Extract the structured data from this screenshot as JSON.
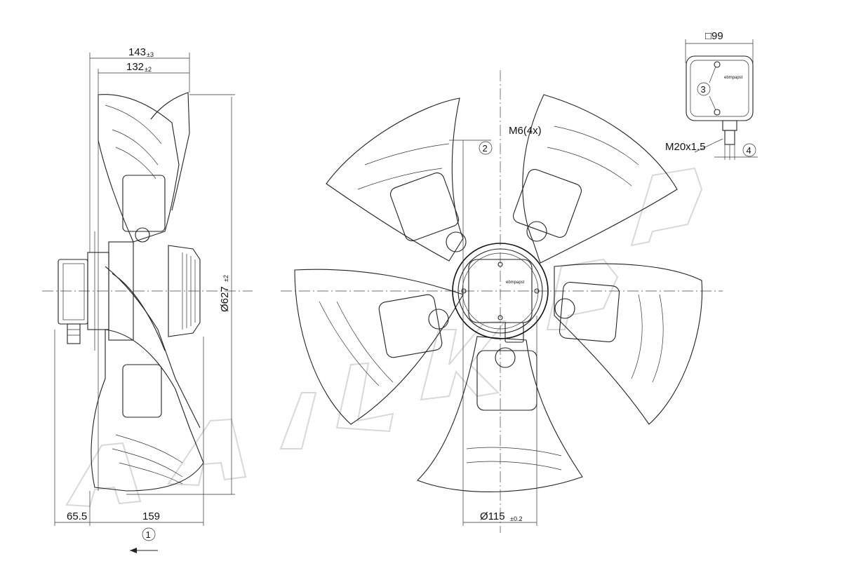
{
  "dimensions": {
    "width_total": "143",
    "width_total_tol": "±3",
    "width_blade": "132",
    "width_blade_tol": "±2",
    "diameter": "Ø627",
    "diameter_tol": "±2",
    "offset_box": "65.5",
    "offset_body": "159",
    "shaft_diameter": "Ø115",
    "shaft_diameter_tol": "±0.2",
    "thread_holes": "M6(4x)",
    "box_size": "□99",
    "cable_gland": "M20x1.5"
  },
  "callouts": {
    "c1": "1",
    "c2": "2",
    "c3": "3",
    "c4": "4"
  },
  "brand_label": "ebmpapst",
  "colors": {
    "line": "#222222",
    "watermark": "#c8c8c8"
  }
}
